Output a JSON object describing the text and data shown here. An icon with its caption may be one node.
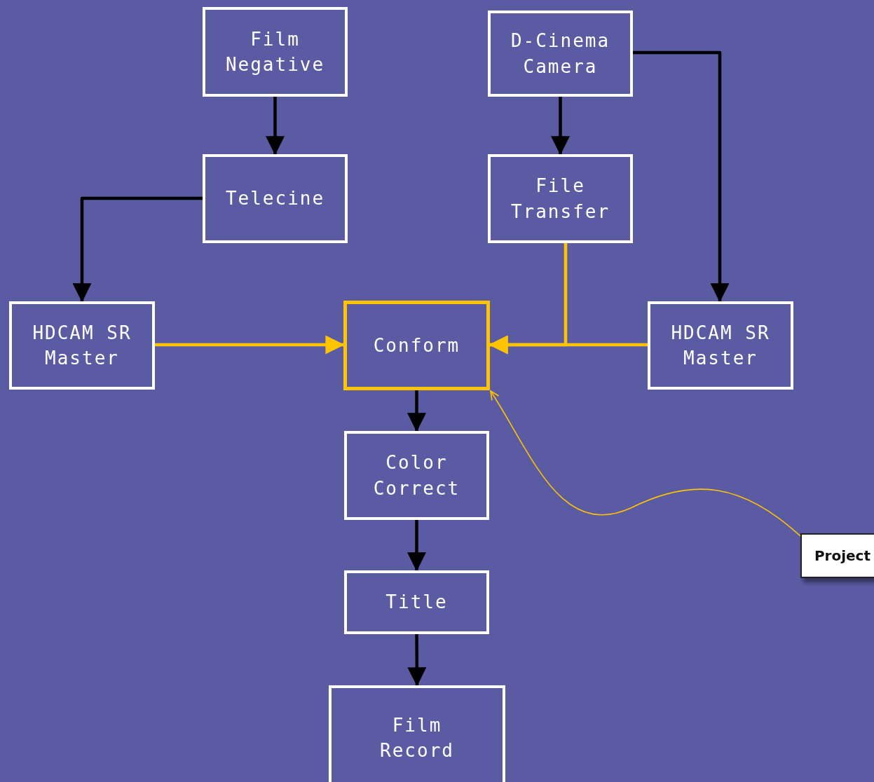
{
  "diagram": {
    "nodes": [
      {
        "text": [
          "Film Negative"
        ]
      },
      {
        "text": [
          "D-Cinema Camera"
        ]
      },
      {
        "text": [
          "Telecine"
        ]
      },
      {
        "text": [
          "File Transfer"
        ]
      },
      {
        "text": [
          "HDCAM SR Master"
        ]
      },
      {
        "text": [
          "Conform"
        ]
      },
      {
        "text": [
          "HDCAM SR Master"
        ]
      },
      {
        "text": [
          "Color Correct"
        ]
      },
      {
        "text": [
          "Title"
        ]
      },
      {
        "text": [
          "Film Record"
        ]
      },
      {
        "text": [
          "Project"
        ]
      }
    ],
    "edges": [
      {
        "from": 0,
        "to": 2,
        "arrow": "to"
      },
      {
        "from": 1,
        "to": 3,
        "arrow": "to"
      },
      {
        "from": 1,
        "to": 6,
        "arrow": "to"
      },
      {
        "from": 2,
        "to": 4,
        "arrow": "to"
      },
      {
        "from": 4,
        "to": 5,
        "arrow": "to",
        "color": "#ffc400"
      },
      {
        "from": 3,
        "to": 5,
        "arrow": "to",
        "color": "#ffc400"
      },
      {
        "from": 6,
        "to": 5,
        "arrow": "to",
        "color": "#ffc400"
      },
      {
        "from": 5,
        "to": 7,
        "arrow": "to"
      },
      {
        "from": 7,
        "to": 8,
        "arrow": "to"
      },
      {
        "from": 8,
        "to": 9,
        "arrow": "to"
      },
      {
        "from": 10,
        "to": 5,
        "arrow": "to",
        "color": "#ffc400"
      }
    ]
  }
}
